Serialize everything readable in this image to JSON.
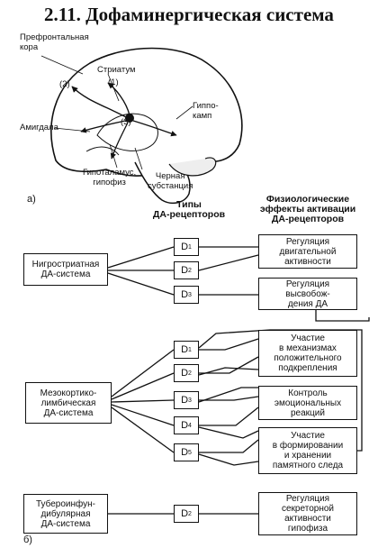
{
  "title": "2.11. Дофаминергическая система",
  "brain": {
    "prefrontal": "Префронтальная\nкора",
    "striatum": "Стриатум",
    "hippocampus": "Гиппо-\nкамп",
    "amygdala": "Амигдала",
    "hypothalamus": "Гипоталамус,\nгипофиз",
    "substantia": "Черная\nсубстанция",
    "marker_1": "(1)",
    "marker_2": "(2)",
    "marker_3": "(3)",
    "panel_label": "а)"
  },
  "headers": {
    "receptor_types": "Типы\nДА-рецепторов",
    "effects": "Физиологические\nэффекты активации\nДА-рецепторов"
  },
  "systems": {
    "nigrostriatal": "Нигростриатная\nДА-система",
    "mesocortico": "Мезокортико-\nлимбическая\nДА-система",
    "tuberoinfund": "Тубероинфун-\nдибулярная\nДА-система"
  },
  "receptors": [
    {
      "letter": "D",
      "sub": "1"
    },
    {
      "letter": "D",
      "sub": "2"
    },
    {
      "letter": "D",
      "sub": "3"
    },
    {
      "letter": "D",
      "sub": "1"
    },
    {
      "letter": "D",
      "sub": "2"
    },
    {
      "letter": "D",
      "sub": "3"
    },
    {
      "letter": "D",
      "sub": "4"
    },
    {
      "letter": "D",
      "sub": "5"
    },
    {
      "letter": "D",
      "sub": "2"
    }
  ],
  "effects": {
    "motor": "Регуляция\nдвигательной\nактивности",
    "release": "Регуляция\nвысвобож-\nдения ДА",
    "reinforcement": "Участие\nв механизмах\nположительного\nподкрепления",
    "emotion": "Контроль\nэмоциональных\nреакций",
    "memory": "Участие\nв формировании\nи хранении\nпамятного следа",
    "secretory": "Регуляция\nсекреторной\nактивности\nгипофиза"
  },
  "panel_b_label": "б)"
}
